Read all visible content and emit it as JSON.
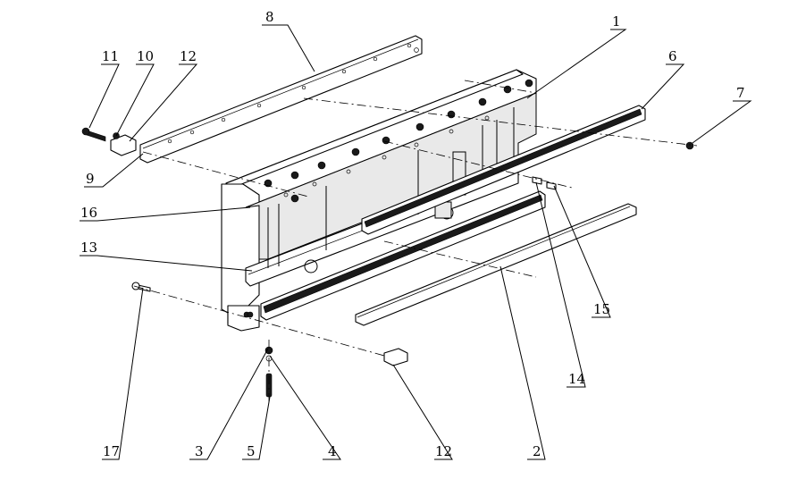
{
  "part_labels": [
    "1",
    "2",
    "3",
    "4",
    "5",
    "6",
    "7",
    "8",
    "9",
    "10",
    "11",
    "12",
    "12",
    "13",
    "14",
    "15",
    "16",
    "17"
  ]
}
